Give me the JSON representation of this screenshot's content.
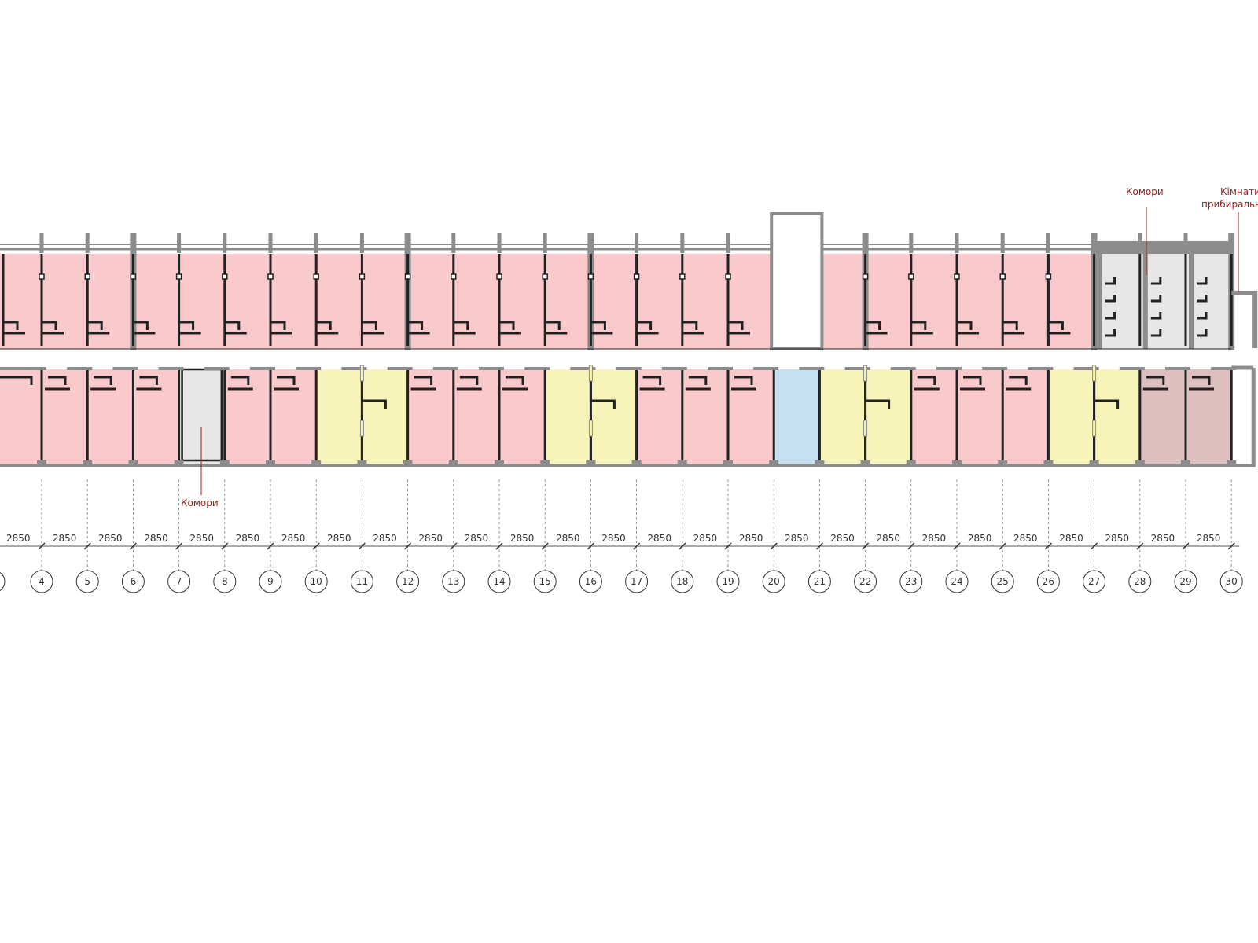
{
  "plan": {
    "first_axis": 4,
    "axes": [
      "4",
      "5",
      "6",
      "7",
      "8",
      "9",
      "10",
      "11",
      "12",
      "13",
      "14",
      "15",
      "16",
      "17",
      "18",
      "19",
      "20",
      "21",
      "22",
      "23",
      "24",
      "25",
      "26",
      "27",
      "28",
      "29",
      "30"
    ],
    "spacing_value": "2850",
    "labels": {
      "storage_bottom": "Комори",
      "storage_top": "Комори",
      "cleaning_room_line1": "Кімнати",
      "cleaning_room_line2": "прибиральниці"
    },
    "colors": {
      "room_pink": "#f9c9cc",
      "room_yellow": "#f7f4b9",
      "room_blue": "#c4e0f1",
      "room_grey": "#e7e7e7",
      "room_mauve": "#ddbfc0",
      "wall": "#222222",
      "wall_grey": "#8c8c8c",
      "label_red": "#9a1e1e"
    },
    "bottom_rooms": [
      {
        "type": "pink"
      },
      {
        "type": "pink"
      },
      {
        "type": "pink"
      },
      {
        "type": "pink"
      },
      {
        "type": "grey"
      },
      {
        "type": "pink"
      },
      {
        "type": "pink"
      },
      {
        "type": "yellow"
      },
      {
        "type": "pink"
      },
      {
        "type": "pink"
      },
      {
        "type": "pink"
      },
      {
        "type": "yellow"
      },
      {
        "type": "pink"
      },
      {
        "type": "pink"
      },
      {
        "type": "pink"
      },
      {
        "type": "blue"
      },
      {
        "type": "yellow"
      },
      {
        "type": "pink"
      },
      {
        "type": "pink"
      },
      {
        "type": "pink"
      },
      {
        "type": "yellow"
      },
      {
        "type": "mauve"
      },
      {
        "type": "mauve"
      }
    ]
  }
}
